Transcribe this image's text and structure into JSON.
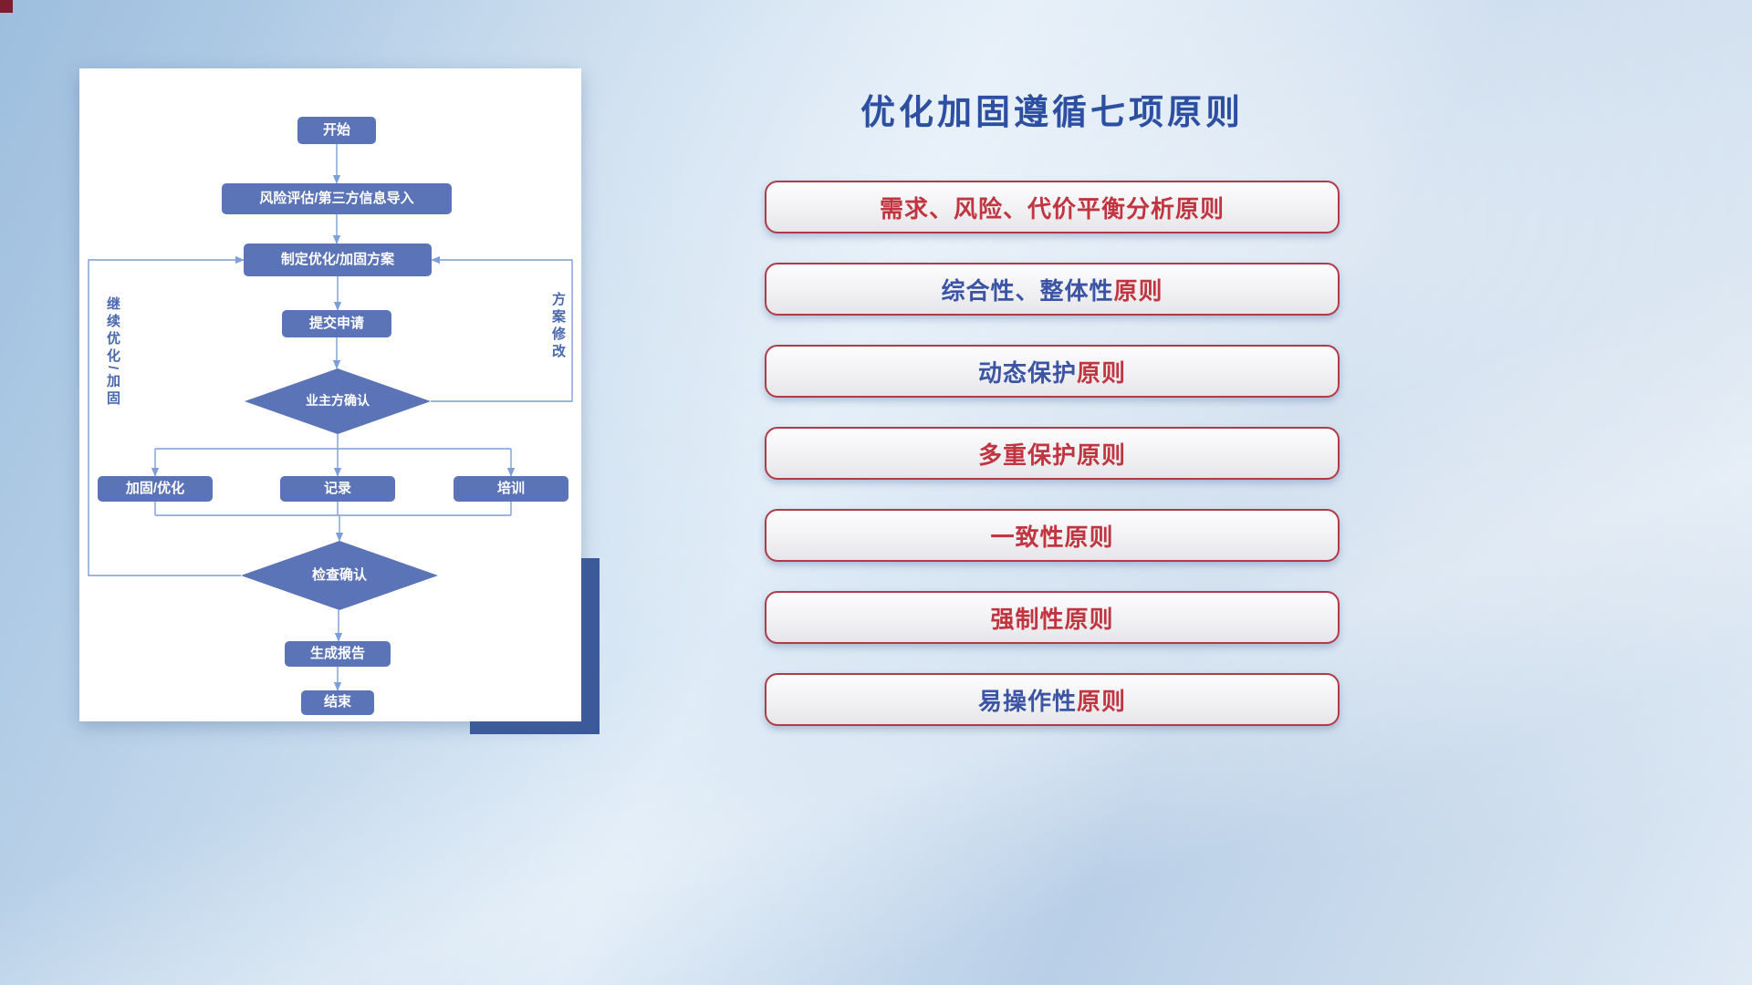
{
  "slide": {
    "title": "优化加固遵循七项原则",
    "title_color": "#2d4fa1",
    "background_top": "#dbe9f6",
    "background_bottom": "#9dbede"
  },
  "flowchart": {
    "node_color": "#5b73b7",
    "line_color": "#7d9ed6",
    "nodes": {
      "start": {
        "label": "开始",
        "shape": "rounded-rect"
      },
      "risk_import": {
        "label": "风险评估/第三方信息导入",
        "shape": "rect"
      },
      "make_plan": {
        "label": "制定优化/加固方案",
        "shape": "rect"
      },
      "submit": {
        "label": "提交申请",
        "shape": "rect"
      },
      "owner_confirm": {
        "label": "业主方确认",
        "shape": "diamond"
      },
      "harden": {
        "label": "加固/优化",
        "shape": "rect"
      },
      "record": {
        "label": "记录",
        "shape": "rect"
      },
      "training": {
        "label": "培训",
        "shape": "rect"
      },
      "check_confirm": {
        "label": "检查确认",
        "shape": "diamond"
      },
      "report": {
        "label": "生成报告",
        "shape": "rect"
      },
      "end": {
        "label": "结束",
        "shape": "rounded-rect"
      }
    },
    "edges": [
      [
        "start",
        "risk_import"
      ],
      [
        "risk_import",
        "make_plan"
      ],
      [
        "make_plan",
        "submit"
      ],
      [
        "submit",
        "owner_confirm"
      ],
      [
        "owner_confirm",
        "harden"
      ],
      [
        "owner_confirm",
        "record"
      ],
      [
        "owner_confirm",
        "training"
      ],
      [
        "harden",
        "check_confirm"
      ],
      [
        "record",
        "check_confirm"
      ],
      [
        "training",
        "check_confirm"
      ],
      [
        "check_confirm",
        "report"
      ],
      [
        "report",
        "end"
      ],
      [
        "check_confirm",
        "make_plan"
      ],
      [
        "owner_confirm",
        "make_plan"
      ]
    ],
    "side_labels": {
      "left": "继续优化/加固",
      "right": "方案修改"
    }
  },
  "principles": {
    "border_color": "#b03a48",
    "red": "#c03540",
    "blue": "#3b55a4",
    "items": [
      {
        "segments": [
          {
            "text": "需求、风险、代价平衡分析原则",
            "color": "red"
          }
        ]
      },
      {
        "segments": [
          {
            "text": "综合性、整体性",
            "color": "blue"
          },
          {
            "text": "原则",
            "color": "red"
          }
        ]
      },
      {
        "segments": [
          {
            "text": "动态保护",
            "color": "blue"
          },
          {
            "text": "原则",
            "color": "red"
          }
        ]
      },
      {
        "segments": [
          {
            "text": "多重保护原则",
            "color": "red"
          }
        ]
      },
      {
        "segments": [
          {
            "text": "一致性原则",
            "color": "red"
          }
        ]
      },
      {
        "segments": [
          {
            "text": "强制性原则",
            "color": "red"
          }
        ]
      },
      {
        "segments": [
          {
            "text": "易操作性",
            "color": "blue"
          },
          {
            "text": "原则",
            "color": "red"
          }
        ]
      }
    ]
  }
}
